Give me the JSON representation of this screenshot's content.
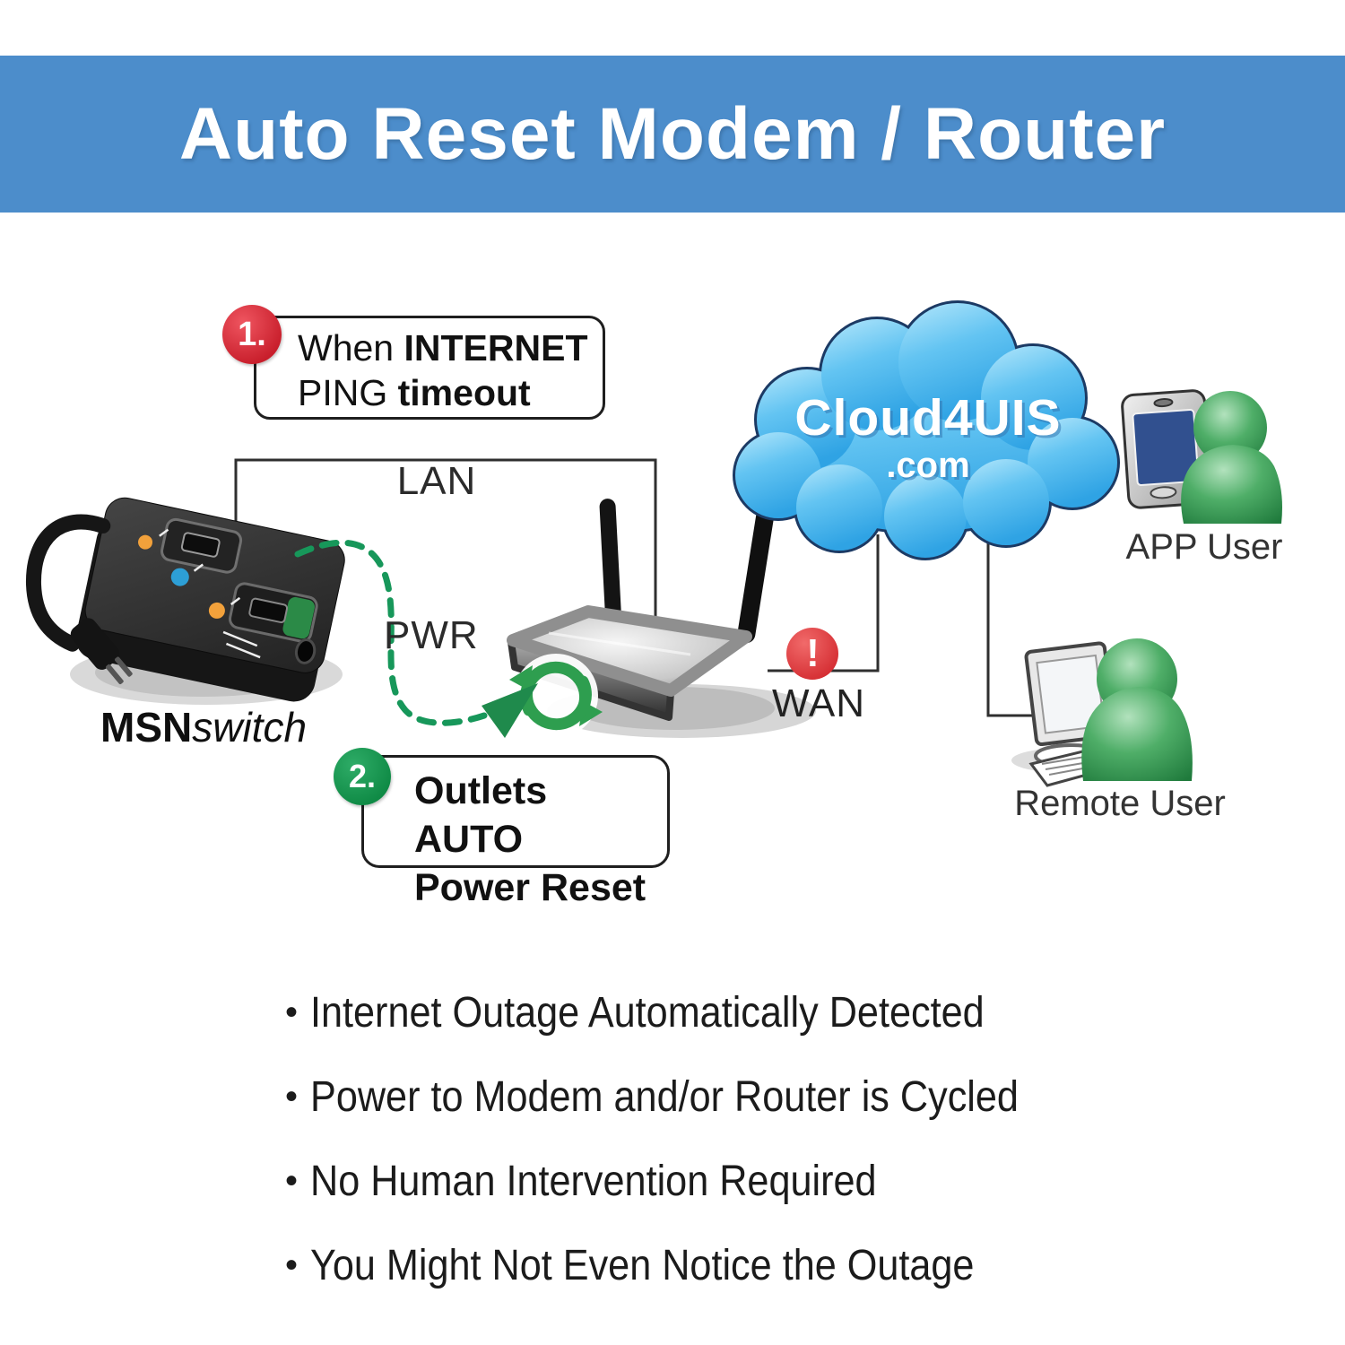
{
  "header": {
    "title": "Auto Reset Modem / Router",
    "bg_color": "#4C8DCB"
  },
  "callout1": {
    "number": "1.",
    "line1_regular": "When ",
    "line1_bold": "INTERNET",
    "line2_regular": "PING ",
    "line2_bold": "timeout",
    "badge_color": "#D2242C"
  },
  "callout2": {
    "number": "2.",
    "line1": "Outlets AUTO",
    "line2": "Power Reset",
    "badge_color": "#14994E"
  },
  "labels": {
    "lan": "LAN",
    "pwr": "PWR",
    "wan": "WAN",
    "app_user": "APP User",
    "remote_user": "Remote User"
  },
  "device": {
    "brand_bold": "MSN",
    "brand_italic": "switch"
  },
  "cloud": {
    "name": "Cloud4UIS",
    "domain": ".com",
    "fill_color": "#45B3EC",
    "outline_color": "#1C3A64"
  },
  "alert": {
    "glyph": "!",
    "color": "#D63031"
  },
  "bullets": {
    "marker": "•",
    "items": [
      "Internet Outage Automatically Detected",
      "Power to Modem and/or Router is Cycled",
      "No Human Intervention Required",
      "You Might Not Even Notice the Outage"
    ]
  },
  "colors": {
    "connector_green": "#17975A",
    "person_green": "#2F8F4C",
    "line_dark": "#2F2F2F"
  }
}
